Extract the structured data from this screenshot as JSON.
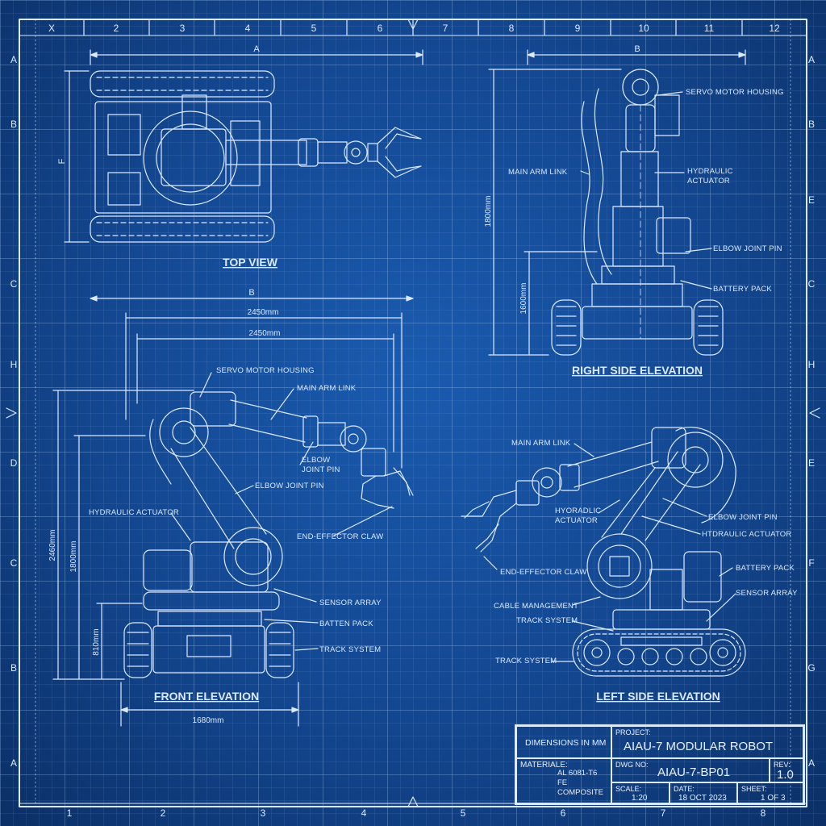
{
  "border": {
    "top_labels": [
      "X",
      "2",
      "3",
      "4",
      "5",
      "6",
      "7",
      "8",
      "9",
      "10",
      "11",
      "12"
    ],
    "bottom_labels": [
      "1",
      "2",
      "3",
      "4",
      "5",
      "6",
      "7",
      "8"
    ],
    "left_labels": [
      "A",
      "B",
      "C",
      "H",
      "D",
      "C",
      "B",
      "A"
    ],
    "right_labels": [
      "A",
      "B",
      "C",
      "E",
      "H",
      "E",
      "F",
      "G",
      "A"
    ]
  },
  "views": {
    "top": "TOP VIEW",
    "front": "FRONT ELEVATION",
    "right": "RIGHT SIDE ELEVATION",
    "left": "LEFT SIDE ELEVATION"
  },
  "dimensions": {
    "top_a": "A",
    "top_f": "F",
    "right_b": "B",
    "right_h1": "1800mm",
    "right_h2": "1600mm",
    "front_b": "B",
    "front_w1": "2450mm",
    "front_w2": "2450mm",
    "front_h1": "2460mm",
    "front_h2": "1800mm",
    "front_h3": "810mm",
    "front_base": "1680mm"
  },
  "callouts": {
    "right": [
      "SERVO MOTOR HOUSING",
      "MAIN ARM LINK",
      "HYDRAULIC",
      "ACTUATOR",
      "ELBOW JOINT PIN",
      "BATTERY PACK"
    ],
    "front": [
      "SERVO MOTOR HOUSING",
      "MAIN ARM LINK",
      "ELBOW",
      "JOINT PIN",
      "ELBOW JOINT PIN",
      "HYDRAULIC ACTUATOR",
      "END-EFFECTOR CLAW",
      "SENSOR ARRAY",
      "BATTEN PACK",
      "TRACK SYSTEM"
    ],
    "left": [
      "MAIN ARM LINK",
      "HYORADLIC",
      "ACTUATOR",
      "ELBOW JOINT PIN",
      "HTDRAULIC ACTUATOR",
      "END-EFFECTOR CLAW",
      "BATTERY PACK",
      "SENSOR ARRAY",
      "CABLE MANAGEMENT",
      "TRACK SYSTEM",
      "TRACK SYSTEM"
    ]
  },
  "title_block": {
    "dimensions_note": "DIMENSIONS IN MM",
    "project_label": "PROJECT:",
    "project": "AIAU-7 MODULAR ROBOT",
    "material_label": "MATERIALE:",
    "material_lines": [
      "AL 6081-T6",
      "FE",
      "COMPOSITE"
    ],
    "dwg_label": "DWG NO:",
    "dwg": "AIAU-7-BP01",
    "rev_label": "REV:",
    "rev": "1.0",
    "scale_label": "SCALE:",
    "scale": "1:20",
    "date_label": "DATE:",
    "date": "18 OCT 2023",
    "sheet_label": "SHEET:",
    "sheet": "1 OF 3"
  }
}
